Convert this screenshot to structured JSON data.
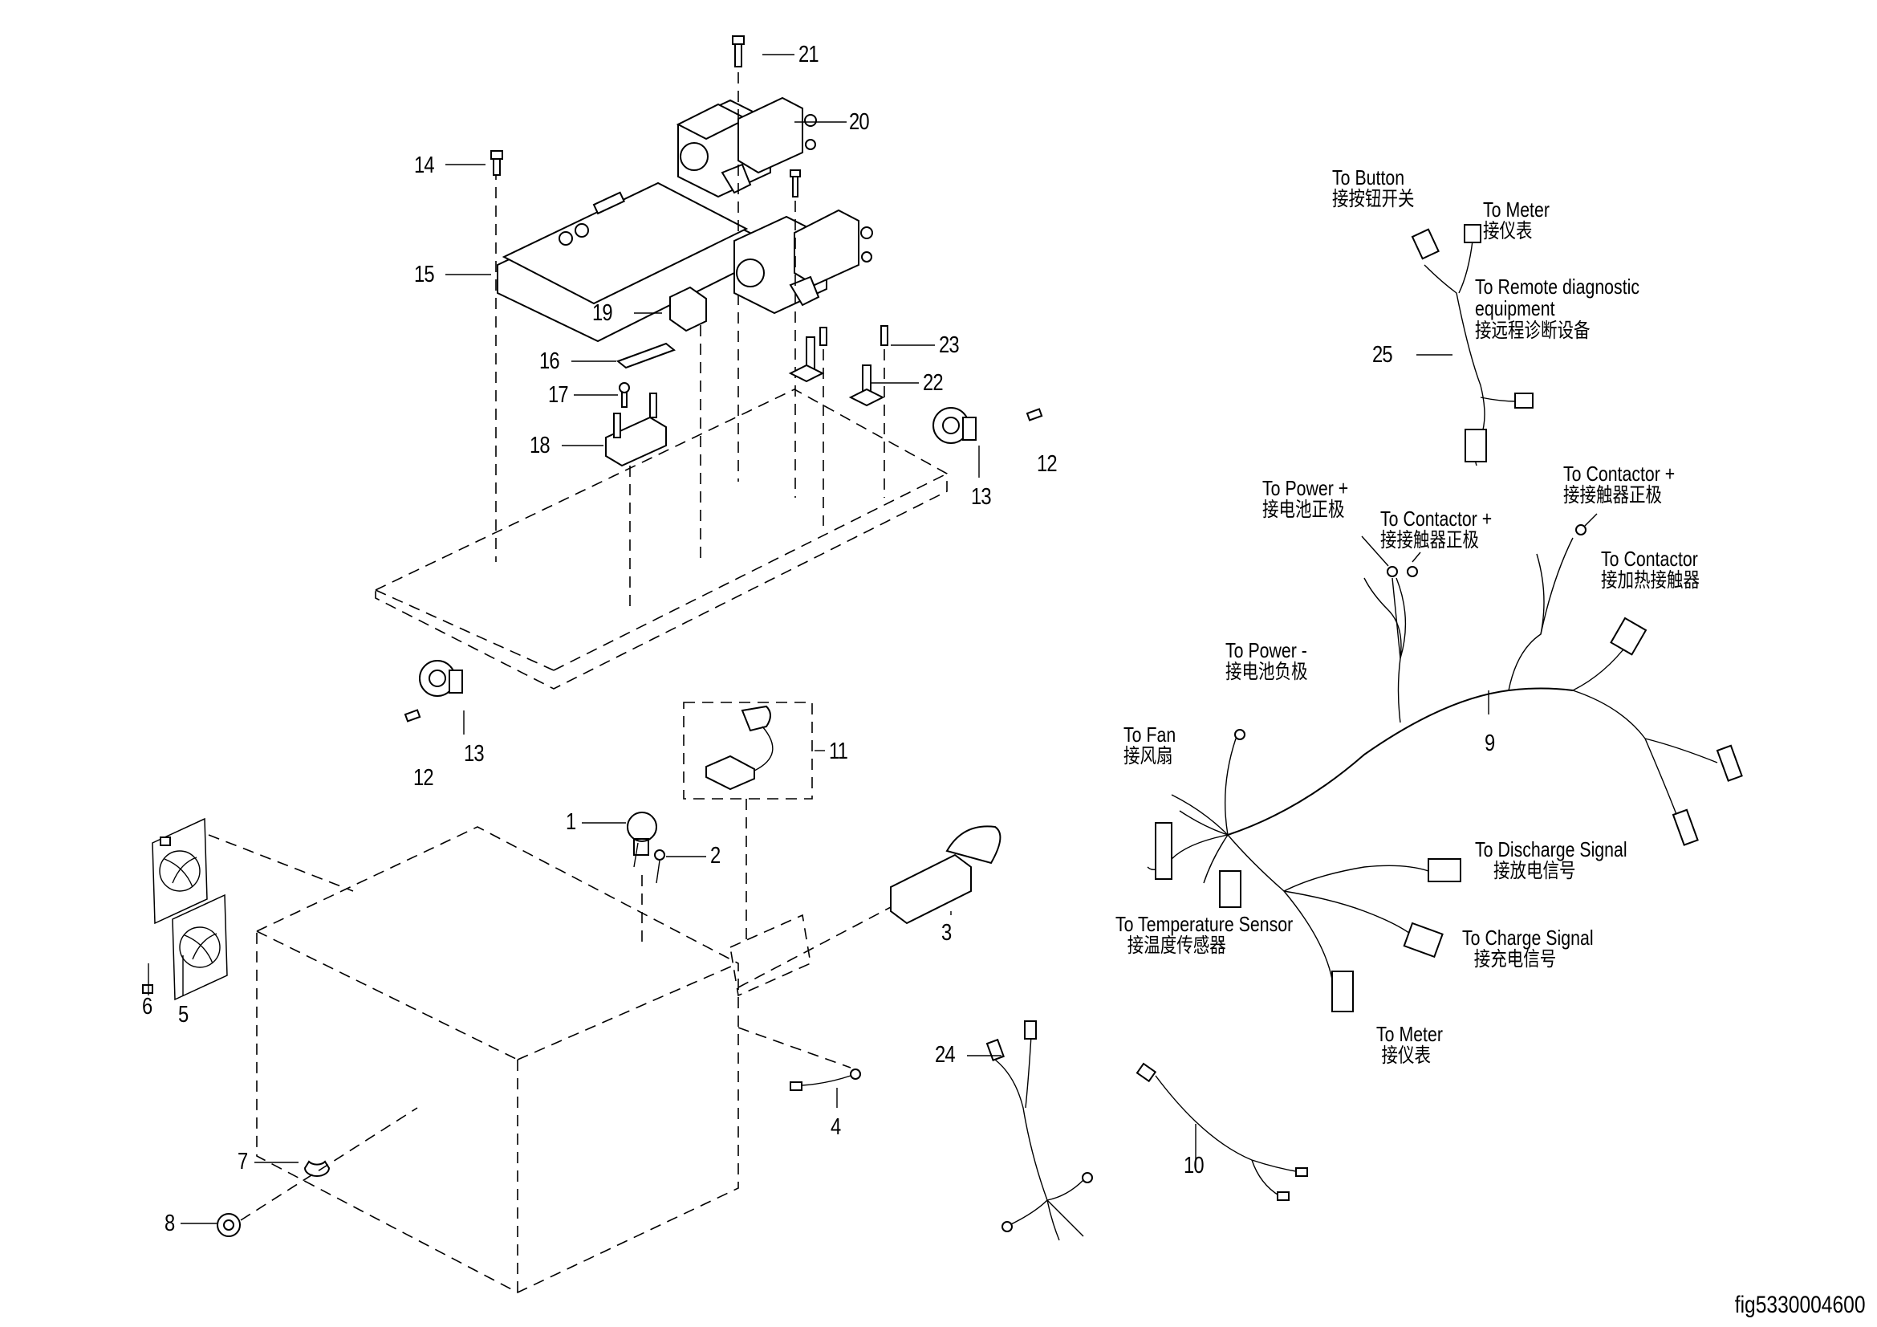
{
  "figure_id": "fig5330004600",
  "callouts": {
    "p1": "1",
    "p2": "2",
    "p3": "3",
    "p4": "4",
    "p5": "5",
    "p6": "6",
    "p7": "7",
    "p8": "8",
    "p9": "9",
    "p10": "10",
    "p11": "11",
    "p12a": "12",
    "p12b": "12",
    "p13a": "13",
    "p13b": "13",
    "p14": "14",
    "p15": "15",
    "p16": "16",
    "p17": "17",
    "p18": "18",
    "p19": "19",
    "p20": "20",
    "p21": "21",
    "p22": "22",
    "p23": "23",
    "p24": "24",
    "p25": "25"
  },
  "harness_25_labels": {
    "to_button": {
      "en": "To Button",
      "zh": "接按钮开关"
    },
    "to_meter": {
      "en": "To Meter",
      "zh": "接仪表"
    },
    "to_remote": {
      "en": "To Remote diagnostic",
      "en2": "equipment",
      "zh": "接远程诊断设备"
    }
  },
  "harness_9_labels": {
    "to_power_pos": {
      "en": "To Power +",
      "zh": "接电池正极"
    },
    "to_contactor_pos_1": {
      "en": "To Contactor +",
      "zh": "接接触器正极"
    },
    "to_contactor_pos_2": {
      "en": "To Contactor +",
      "zh": "接接触器正极"
    },
    "to_contactor": {
      "en": "To Contactor",
      "zh": "接加热接触器"
    },
    "to_power_neg": {
      "en": "To Power -",
      "zh": "接电池负极"
    },
    "to_fan": {
      "en": "To Fan",
      "zh": "接风扇"
    },
    "to_discharge": {
      "en": "To Discharge Signal",
      "zh": "接放电信号"
    },
    "to_temp": {
      "en": "To Temperature Sensor",
      "zh": "接温度传感器"
    },
    "to_charge": {
      "en": "To Charge Signal",
      "zh": "接充电信号"
    },
    "to_meter": {
      "en": "To Meter",
      "zh": "接仪表"
    }
  }
}
